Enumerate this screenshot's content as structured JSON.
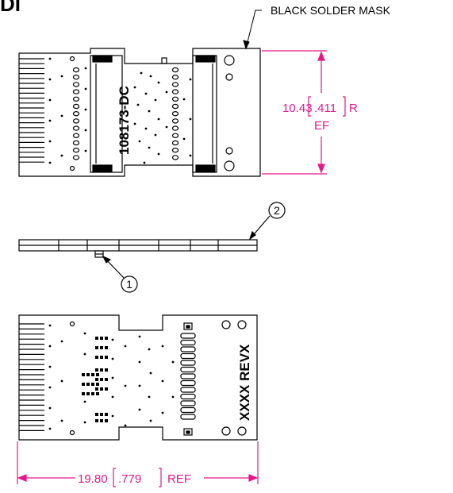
{
  "callouts": {
    "mask_label": "BLACK SOLDER MASK",
    "item_1": "1",
    "item_2": "2"
  },
  "top_view": {
    "part_number": "108173-DC",
    "vertical_dim_value": "10.43",
    "vertical_dim_inch": ".411",
    "vertical_dim_suffix": "R",
    "vertical_dim_suffix2": "EF"
  },
  "bottom_view": {
    "rev_text": "XXXX REVX",
    "horizontal_dim_value": "19.80",
    "horizontal_dim_inch": ".779",
    "horizontal_dim_suffix": "REF"
  },
  "corner_fragment": "DI",
  "colors": {
    "line": "#000000",
    "dimension": "#e6178c",
    "background": "#ffffff"
  }
}
